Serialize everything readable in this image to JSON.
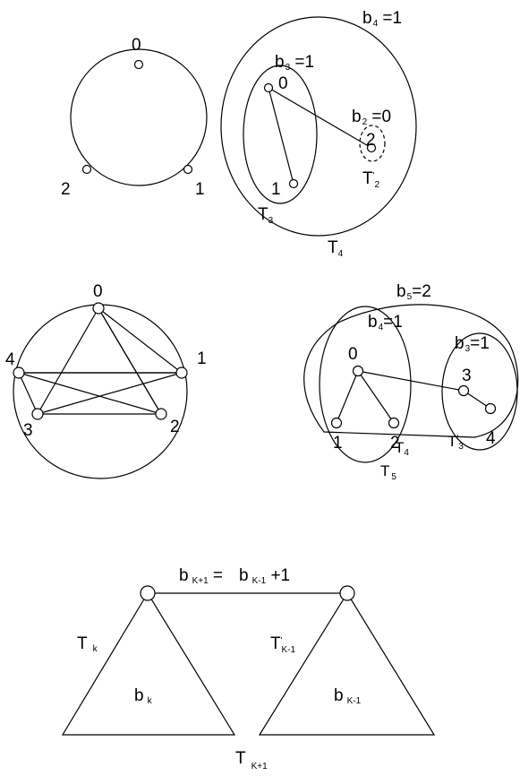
{
  "figure1": {
    "ring": {
      "nodes": [
        "0",
        "1",
        "2"
      ]
    },
    "tree": {
      "b4": {
        "base": "b",
        "sub": "4",
        "rest": " =1"
      },
      "b3": {
        "base": "b",
        "sub": "3",
        "rest": " =1"
      },
      "b2": {
        "base": "b",
        "sub": "2",
        "rest": " =0"
      },
      "nodes": [
        "0",
        "1",
        "2"
      ],
      "t3": {
        "base": "T",
        "sub": "3"
      },
      "t4": {
        "base": "T",
        "sub": "4"
      },
      "t2p": {
        "base": "T",
        "prime": "'",
        "sub": "2"
      }
    }
  },
  "figure2": {
    "star": {
      "nodes": [
        "0",
        "1",
        "2",
        "3",
        "4"
      ]
    },
    "tree": {
      "b5": {
        "base": "b",
        "sub": "5",
        "rest": "=2"
      },
      "b4": {
        "base": "b",
        "sub": "4",
        "rest": "=1"
      },
      "b3": {
        "base": "b",
        "sub": "3",
        "rest": "=1"
      },
      "nodes": [
        "0",
        "1",
        "2",
        "3",
        "4"
      ],
      "t4": {
        "base": "T",
        "sub": "4"
      },
      "t3p": {
        "base": "T",
        "prime": "'",
        "sub": "3"
      },
      "t5": {
        "base": "T",
        "sub": "5"
      }
    }
  },
  "figure3": {
    "eq": {
      "lhs_base": "b",
      "lhs_sub": "K+1",
      "equals": " =",
      "rhs_base": "b",
      "rhs_sub": "K-1",
      "rhs_rest": " +1"
    },
    "tk": {
      "base": "T",
      "sub": "k"
    },
    "tk1p": {
      "base": "T",
      "prime": "'",
      "sub": "K-1"
    },
    "bk": {
      "base": "b",
      "sub": "k"
    },
    "bk1": {
      "base": "b",
      "sub": "K-1"
    },
    "tk_plus1": {
      "base": "T",
      "sub": "K+1"
    }
  }
}
